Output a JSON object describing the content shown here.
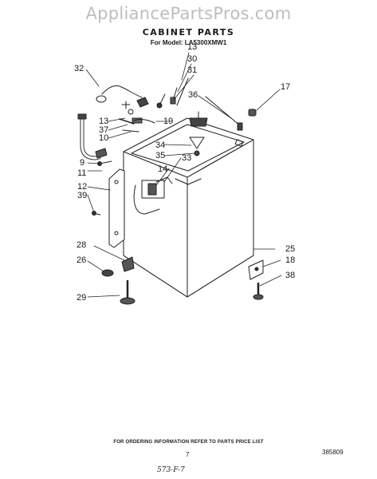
{
  "watermark": "AppliancePartsPros.com",
  "title": "CABINET PARTS",
  "subtitle": "For Model: LA5300XMW1",
  "callouts": [
    "13",
    "30",
    "31",
    "32",
    "17",
    "36",
    "13",
    "37",
    "10",
    "19",
    "34",
    "35",
    "33",
    "14",
    "9",
    "11",
    "12",
    "39",
    "25",
    "28",
    "26",
    "18",
    "38",
    "29"
  ],
  "footer": {
    "note": "FOR ORDERING INFORMATION REFER TO PARTS PRICE LIST",
    "page": "7",
    "doc_number": "385809",
    "handwritten": "573-F-7"
  }
}
